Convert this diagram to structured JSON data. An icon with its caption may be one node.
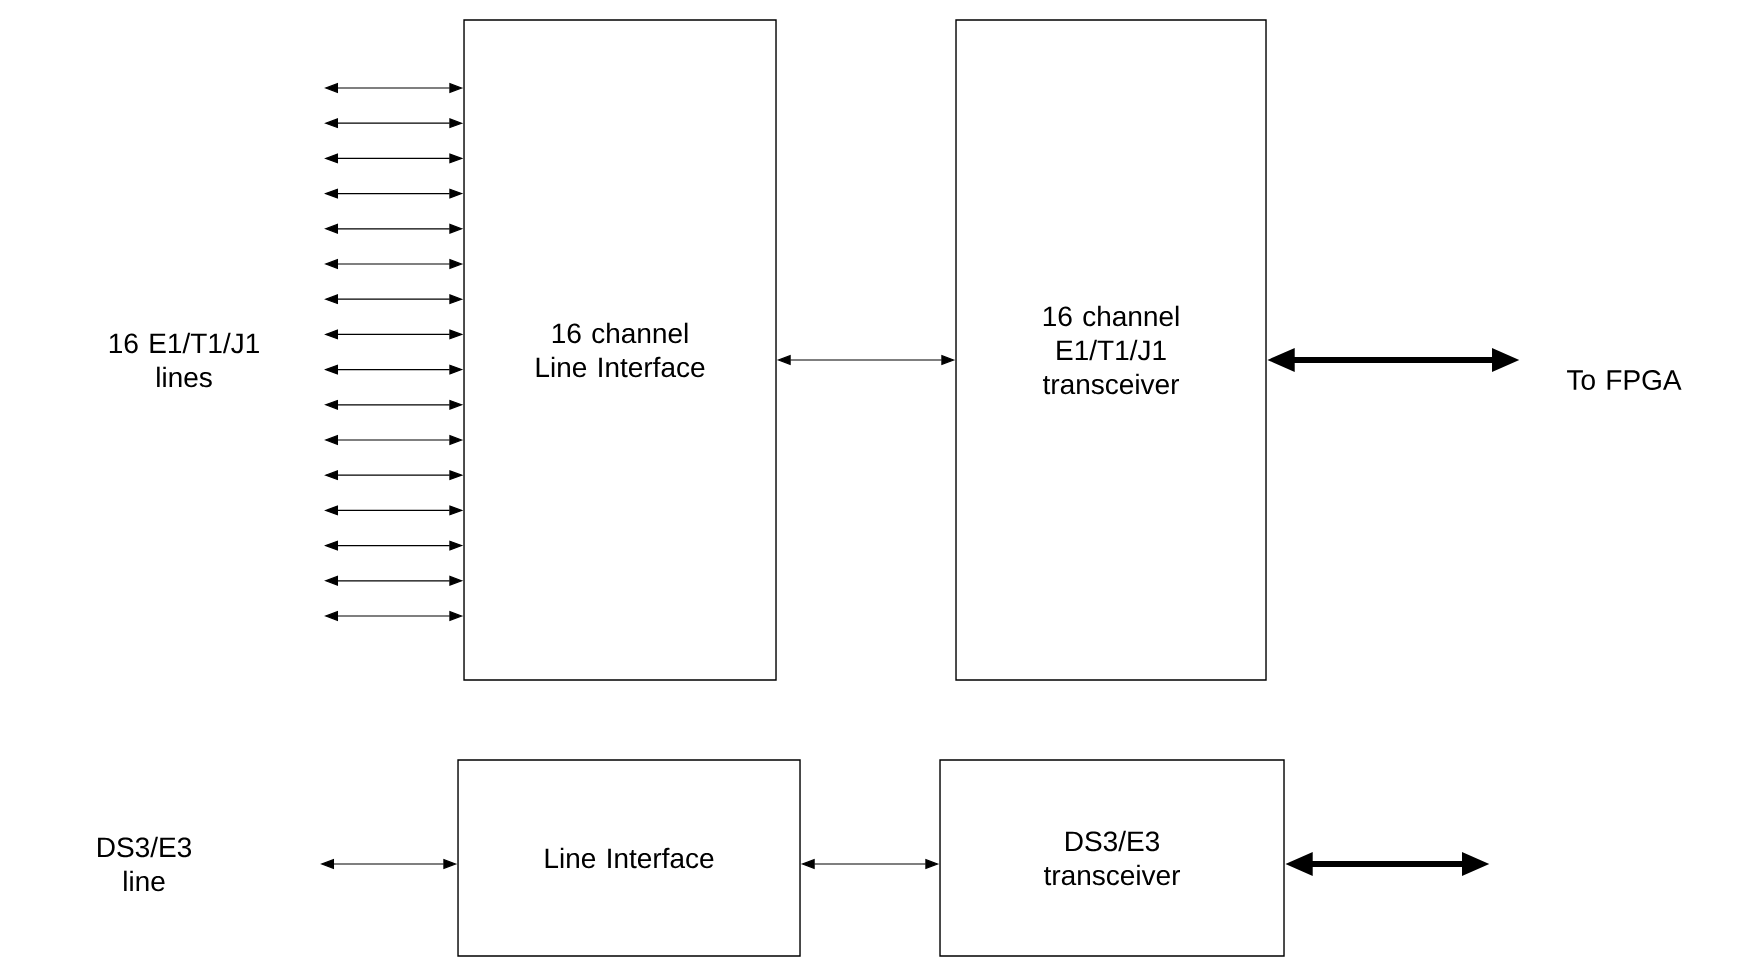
{
  "diagram": {
    "nodes": [
      {
        "text": [
          "16 channel Line Interface"
        ]
      },
      {
        "text": [
          "16 channel E1/T1/J1 transceiver"
        ]
      },
      {
        "text": [
          "Line Interface"
        ]
      },
      {
        "text": [
          "DS3/E3 transceiver"
        ]
      }
    ],
    "edges": [
      {
        "from": null,
        "to": 0,
        "arrow": "both"
      },
      {
        "from": null,
        "to": 0,
        "arrow": "both"
      },
      {
        "from": null,
        "to": 0,
        "arrow": "both"
      },
      {
        "from": null,
        "to": 0,
        "arrow": "both"
      },
      {
        "from": null,
        "to": 0,
        "arrow": "both"
      },
      {
        "from": null,
        "to": 0,
        "arrow": "both"
      },
      {
        "from": null,
        "to": 0,
        "arrow": "both"
      },
      {
        "from": null,
        "to": 0,
        "arrow": "both"
      },
      {
        "from": null,
        "to": 0,
        "arrow": "both"
      },
      {
        "from": null,
        "to": 0,
        "arrow": "both"
      },
      {
        "from": null,
        "to": 0,
        "arrow": "both"
      },
      {
        "from": null,
        "to": 0,
        "arrow": "both"
      },
      {
        "from": null,
        "to": 0,
        "arrow": "both"
      },
      {
        "from": null,
        "to": 0,
        "arrow": "both"
      },
      {
        "from": null,
        "to": 0,
        "arrow": "both"
      },
      {
        "from": null,
        "to": 0,
        "arrow": "both"
      },
      {
        "from": 0,
        "to": 1,
        "arrow": "both"
      },
      {
        "from": 1,
        "to": null,
        "arrow": "both",
        "style": "thick"
      },
      {
        "from": null,
        "to": 2,
        "arrow": "both"
      },
      {
        "from": 2,
        "to": 3,
        "arrow": "both"
      },
      {
        "from": 3,
        "to": null,
        "arrow": "both",
        "style": "thick"
      }
    ],
    "labels": [
      "16 E1/T1/J1 lines",
      "To FPGA",
      "DS3/E3 line"
    ]
  }
}
